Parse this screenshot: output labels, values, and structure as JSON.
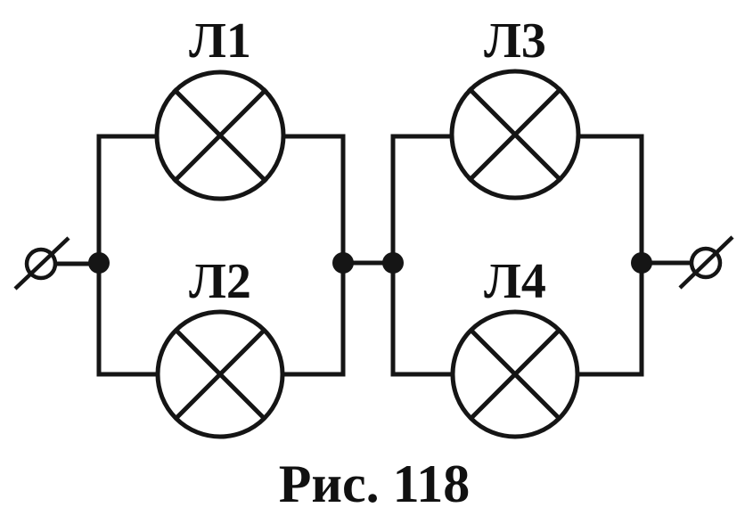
{
  "diagram": {
    "type": "electric-circuit",
    "description": "Two parallel lamp pairs connected in series between two terminals",
    "lamps": [
      {
        "id": "L1",
        "label": "Л1"
      },
      {
        "id": "L2",
        "label": "Л2"
      },
      {
        "id": "L3",
        "label": "Л3"
      },
      {
        "id": "L4",
        "label": "Л4"
      }
    ],
    "caption": "Рис. 118",
    "colors": {
      "line": "#151515",
      "background": "#ffffff"
    }
  }
}
